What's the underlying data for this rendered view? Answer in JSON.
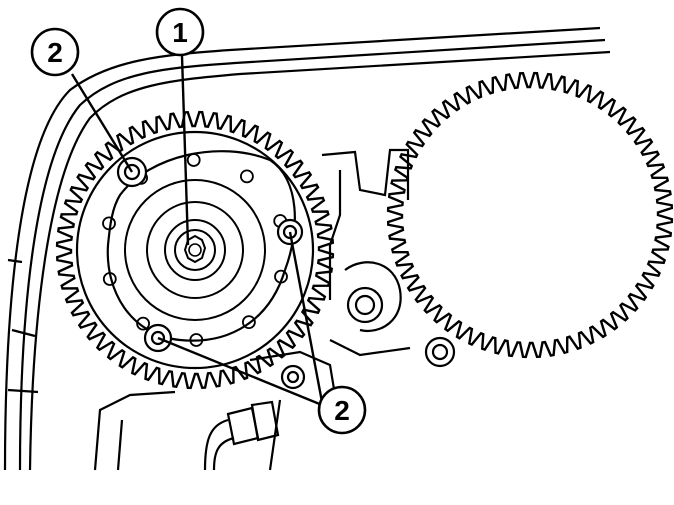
{
  "callouts": [
    {
      "id": "callout-1",
      "label": "1"
    },
    {
      "id": "callout-2-top-left",
      "label": "2"
    },
    {
      "id": "callout-2-bottom-right",
      "label": "2"
    }
  ],
  "colors": {
    "line": "#000000",
    "background": "#ffffff"
  },
  "icons": [
    "camshaft-sprocket-icon",
    "gear-wheel-icon",
    "bolt-icon",
    "sensor-connector-icon"
  ]
}
